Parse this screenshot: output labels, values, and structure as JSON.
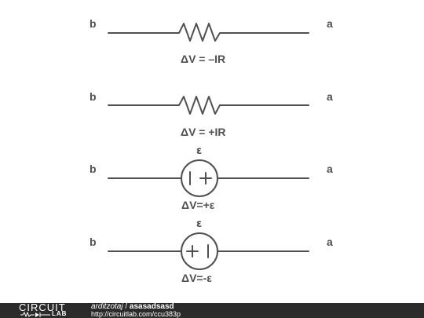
{
  "circuits": [
    {
      "left_node": "b",
      "right_node": "a",
      "component": "resistor",
      "equation": "ΔV = –IR"
    },
    {
      "left_node": "b",
      "right_node": "a",
      "component": "resistor",
      "equation": "ΔV = +IR"
    },
    {
      "left_node": "b",
      "right_node": "a",
      "component": "voltage-source",
      "source_symbol": "ε",
      "polarity_left": "|",
      "polarity_right": "+",
      "equation": "ΔV=+ε"
    },
    {
      "left_node": "b",
      "right_node": "a",
      "component": "voltage-source",
      "source_symbol": "ε",
      "polarity_left": "+",
      "polarity_right": "|",
      "equation": "ΔV=-ε"
    }
  ],
  "footer": {
    "logo_top": "CIRCUIT",
    "logo_bottom": "LAB",
    "author": "arditzotaj",
    "separator": " / ",
    "title": "asasadsasd",
    "url": "http://circuitlab.com/ccu383p"
  },
  "colors": {
    "ink": "#505050",
    "footer_bg": "#2b2b2b"
  }
}
